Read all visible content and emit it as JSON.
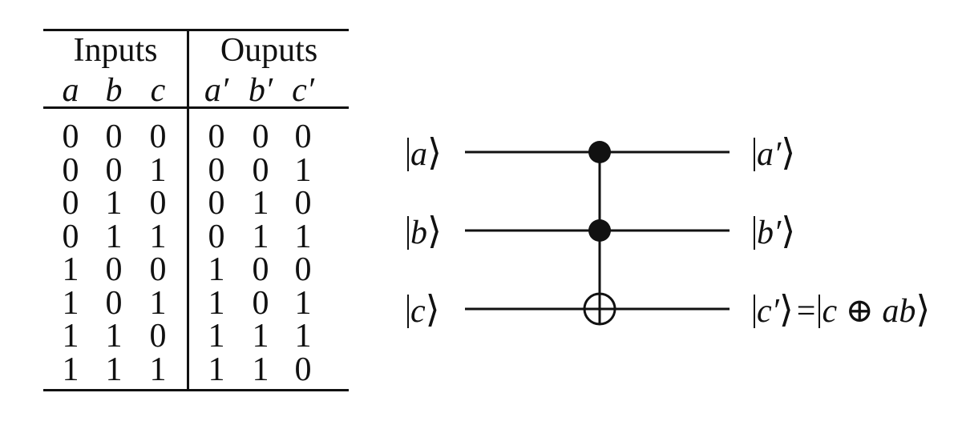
{
  "truth_table": {
    "group_headers": [
      "Inputs",
      "Ouputs"
    ],
    "input_columns": [
      "a",
      "b",
      "c"
    ],
    "output_columns": [
      "a′",
      "b′",
      "c′"
    ],
    "rows": [
      [
        "0",
        "0",
        "0",
        "0",
        "0",
        "0"
      ],
      [
        "0",
        "0",
        "1",
        "0",
        "0",
        "1"
      ],
      [
        "0",
        "1",
        "0",
        "0",
        "1",
        "0"
      ],
      [
        "0",
        "1",
        "1",
        "0",
        "1",
        "1"
      ],
      [
        "1",
        "0",
        "0",
        "1",
        "0",
        "0"
      ],
      [
        "1",
        "0",
        "1",
        "1",
        "0",
        "1"
      ],
      [
        "1",
        "1",
        "0",
        "1",
        "1",
        "1"
      ],
      [
        "1",
        "1",
        "1",
        "1",
        "1",
        "0"
      ]
    ]
  },
  "circuit": {
    "inputs": [
      "a",
      "b",
      "c"
    ],
    "outputs": [
      "a′",
      "b′",
      "c′"
    ],
    "target_expression": "c ⊕ ab",
    "equals": "="
  }
}
